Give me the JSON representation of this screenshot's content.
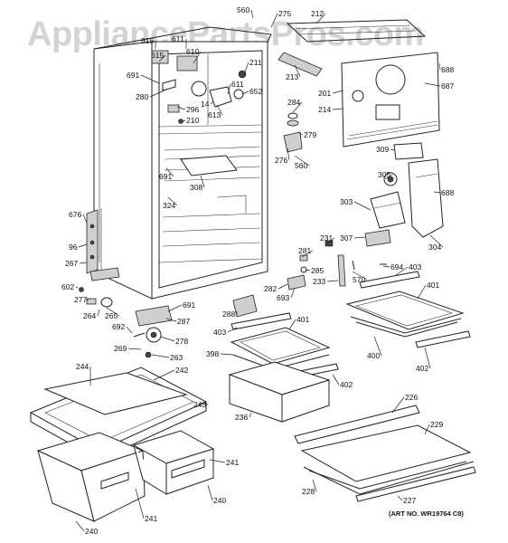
{
  "watermark": "AppliancePartsPros.com",
  "art_number": "(ART NO. WR19764 C8)",
  "callouts": [
    "560",
    "275",
    "212",
    "615",
    "611",
    "610",
    "615",
    "691",
    "211",
    "213",
    "688",
    "280",
    "611",
    "652",
    "201",
    "687",
    "296",
    "14",
    "613",
    "284",
    "214",
    "210",
    "279",
    "276",
    "560",
    "309",
    "691",
    "305",
    "308",
    "688",
    "324",
    "303",
    "676",
    "231",
    "307",
    "96",
    "281",
    "304",
    "267",
    "285",
    "694",
    "233",
    "570",
    "403",
    "602",
    "282",
    "693",
    "401",
    "277",
    "691",
    "264",
    "265",
    "288",
    "403",
    "401",
    "287",
    "692",
    "278",
    "269",
    "398",
    "400",
    "263",
    "402",
    "402",
    "244",
    "242",
    "243",
    "236",
    "226",
    "229",
    "241",
    "240",
    "241",
    "228",
    "227",
    "240"
  ]
}
